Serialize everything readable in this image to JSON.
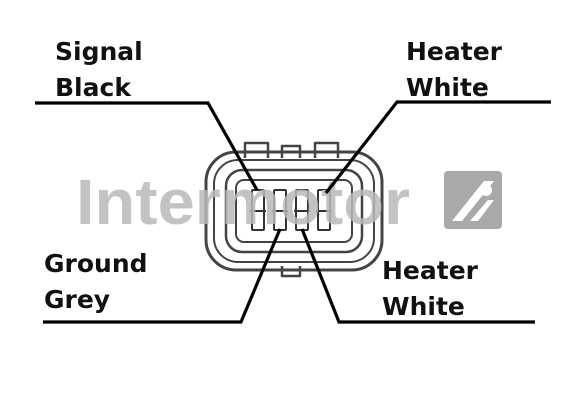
{
  "labels": {
    "signal": {
      "line1": "Signal",
      "line2": "Black"
    },
    "heater_top": {
      "line1": "Heater",
      "line2": "White"
    },
    "ground": {
      "line1": "Ground",
      "line2": "Grey"
    },
    "heater_bottom": {
      "line1": "Heater",
      "line2": "White"
    }
  },
  "watermark": {
    "text": "Intermotor",
    "logo_icon": "intermotor-logo-icon"
  },
  "colors": {
    "wire": "#000000",
    "connector": "#444444",
    "watermark": "#b8b8b8"
  }
}
